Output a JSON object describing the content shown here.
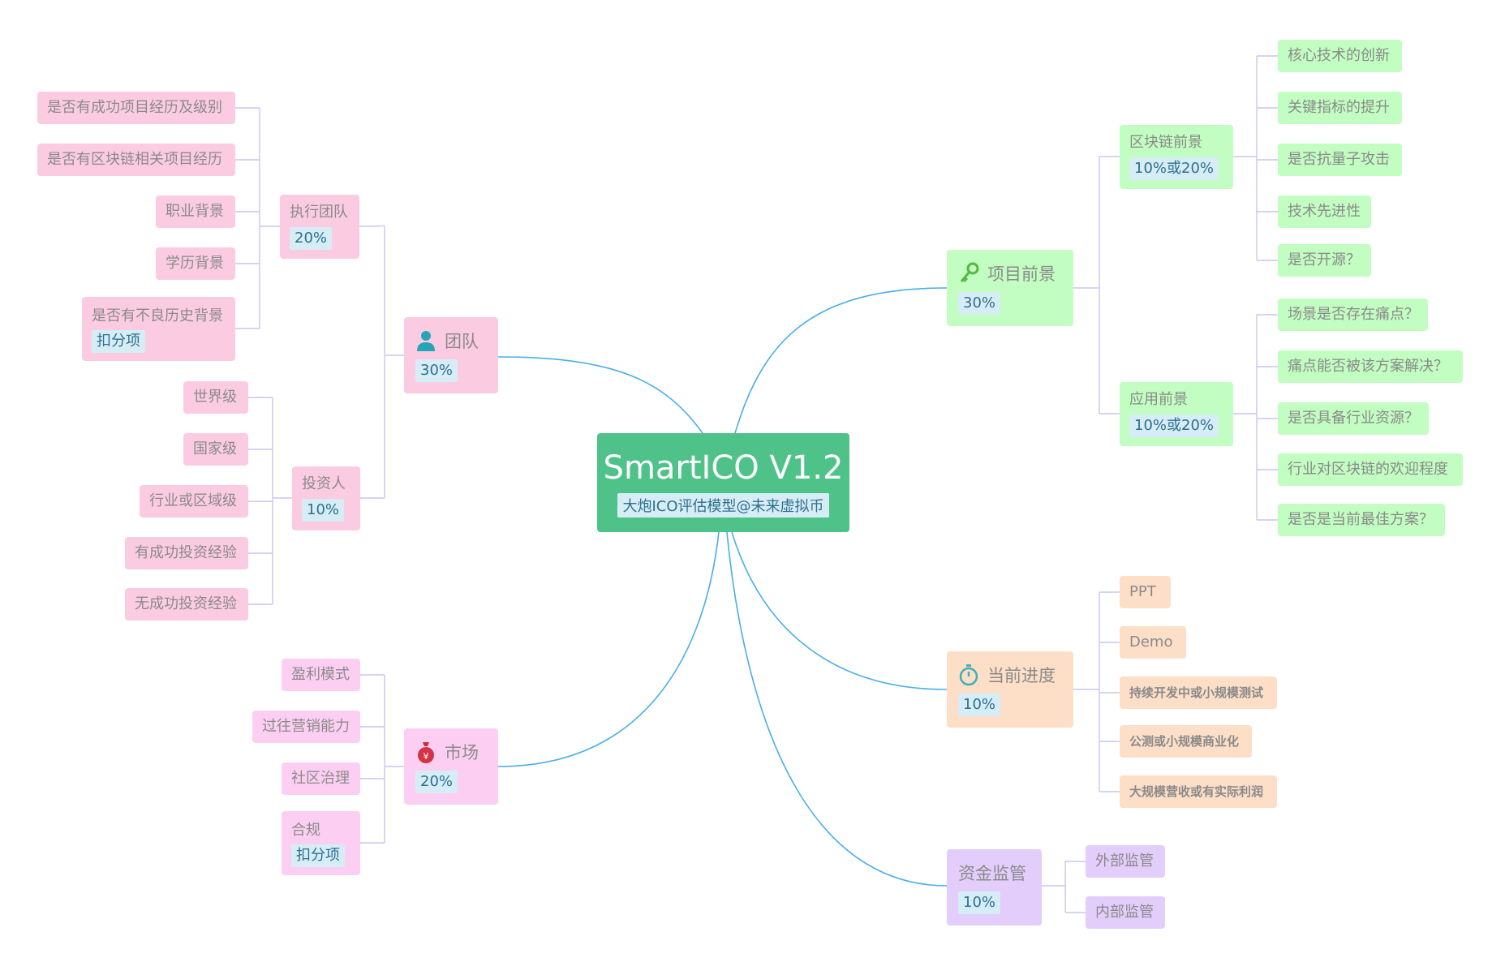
{
  "center": {
    "title": "SmartICO V1.2",
    "subtitle": "大炮ICO评估模型@未来虚拟币"
  },
  "team": {
    "label": "团队",
    "weight": "30%",
    "exec": {
      "label": "执行团队",
      "weight": "20%",
      "items": [
        "是否有成功项目经历及级别",
        "是否有区块链相关项目经历",
        "职业背景",
        "学历背景"
      ],
      "deduct": {
        "label": "是否有不良历史背景",
        "tag": "扣分项"
      }
    },
    "investor": {
      "label": "投资人",
      "weight": "10%",
      "items": [
        "世界级",
        "国家级",
        "行业或区域级",
        "有成功投资经验",
        "无成功投资经验"
      ]
    }
  },
  "market": {
    "label": "市场",
    "weight": "20%",
    "items": [
      "盈利模式",
      "过往营销能力",
      "社区治理"
    ],
    "deduct": {
      "label": "合规",
      "tag": "扣分项"
    }
  },
  "prospect": {
    "label": "项目前景",
    "weight": "30%",
    "blockchain": {
      "label": "区块链前景",
      "weight": "10%或20%",
      "items": [
        "核心技术的创新",
        "关键指标的提升",
        "是否抗量子攻击",
        "技术先进性",
        "是否开源？"
      ]
    },
    "application": {
      "label": "应用前景",
      "weight": "10%或20%",
      "items": [
        "场景是否存在痛点？",
        "痛点能否被该方案解决？",
        "是否具备行业资源？",
        "行业对区块链的欢迎程度",
        "是否是当前最佳方案？"
      ]
    }
  },
  "progress": {
    "label": "当前进度",
    "weight": "10%",
    "items": [
      "PPT",
      "Demo",
      "持续开发中或小规模测试",
      "公测或小规模商业化",
      "大规模营收或有实际利润"
    ]
  },
  "funds": {
    "label": "资金监管",
    "weight": "10%",
    "items": [
      "外部监管",
      "内部监管"
    ]
  },
  "colors": {
    "center": "#4fc28a",
    "team": "#fbcce1",
    "market": "#fccff2",
    "prospect": "#c2fdc1",
    "progress": "#fddec7",
    "funds": "#e3cdfb",
    "main_link": "#4aaee8",
    "sub_link": "#c9c6ee"
  },
  "icons": {
    "team": "person-icon",
    "market": "money-bag-icon",
    "prospect": "key-icon",
    "progress": "stopwatch-icon"
  }
}
